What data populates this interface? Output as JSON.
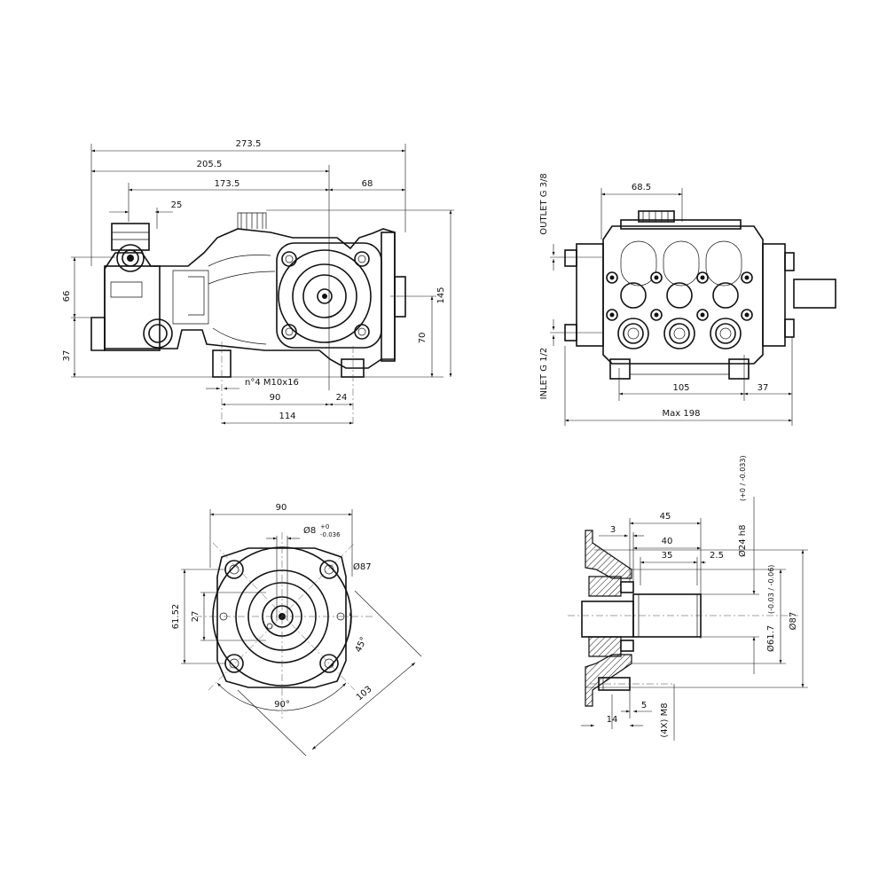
{
  "drawing": {
    "side_view": {
      "dim_273_5": "273.5",
      "dim_205_5": "205.5",
      "dim_173_5": "173.5",
      "dim_68": "68",
      "dim_25": "25",
      "dim_66": "66",
      "dim_37": "37",
      "dim_145": "145",
      "dim_70": "70",
      "dim_90": "90",
      "dim_24": "24",
      "dim_114": "114",
      "note_bolts": "n°4  M10x16"
    },
    "front_view": {
      "dim_68_5": "68.5",
      "dim_105": "105",
      "dim_37": "37",
      "dim_max198": "Max 198",
      "label_outlet": "OUTLET G 3/8",
      "label_inlet": "INLET G 1/2"
    },
    "flange_view": {
      "dim_90": "90",
      "dim_pin": "Ø8",
      "dim_pin_tol_upper": "+0",
      "dim_pin_tol_lower": "-0.036",
      "dim_dia87": "Ø87",
      "dim_61_52": "61.52",
      "dim_27": "27",
      "dim_45deg": "45°",
      "dim_103": "103",
      "dim_90deg": "90°"
    },
    "shaft_view": {
      "dim_45": "45",
      "dim_3": "3",
      "dim_40": "40",
      "dim_35": "35",
      "dim_2_5": "2.5",
      "dim_shaft": "Ø24 h8",
      "dim_shaft_tol": "(+0 / -0.033)",
      "dim_bore": "Ø61.7",
      "dim_bore_tol": "(-0.03 / -0.06)",
      "dim_dia87": "Ø87",
      "dim_5": "5",
      "dim_14": "14",
      "label_thread": "(4X) M8"
    }
  }
}
